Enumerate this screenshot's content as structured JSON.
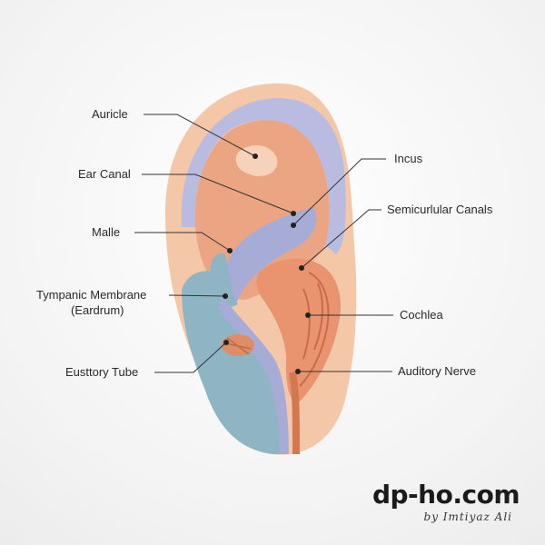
{
  "labels": {
    "auricle": "Auricle",
    "ear_canal": "Ear Canal",
    "malle": "Malle",
    "tympanic_line1": "Tympanic Membrane",
    "tympanic_line2": "(Eardrum)",
    "eustachian": "Eusttory Tube",
    "incus": "Incus",
    "semicircular": "Semicurlular Canals",
    "cochlea": "Cochlea",
    "auditory_nerve": "Auditory Nerve"
  },
  "branding": {
    "site": "dp-ho.com",
    "byline": "by Imtiyaz Ali"
  },
  "colors": {
    "outer_skin": "#f2c0a0",
    "inner_skin": "#e9a07e",
    "canal_purple": "#aab0d8",
    "tube_blue": "#8fb3c2",
    "cochlea": "#e8906a",
    "leader": "#333333"
  }
}
